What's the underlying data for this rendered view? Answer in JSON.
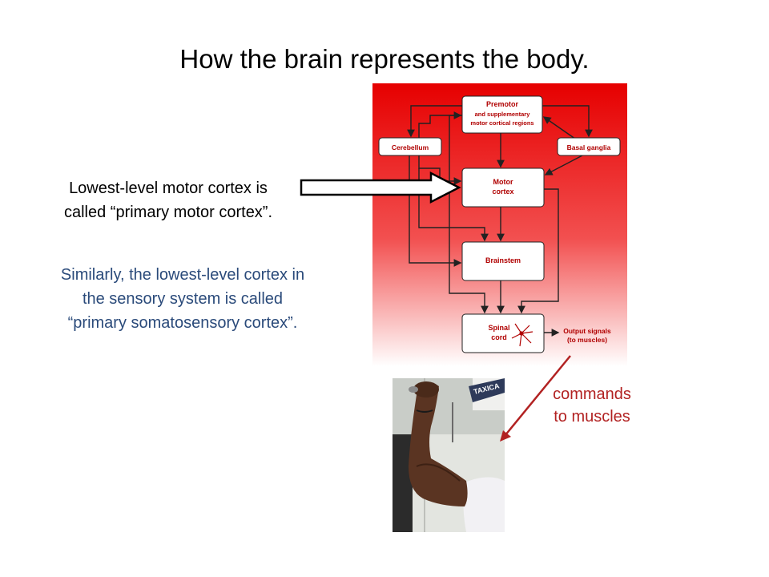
{
  "slide": {
    "title": "How the brain represents the body.",
    "callout": {
      "line1": "Lowest-level motor cortex is",
      "line2": "called “primary motor cortex”."
    },
    "similar": {
      "line1": "Similarly, the lowest-level cortex in",
      "line2": "the sensory system is called",
      "line3": "“primary somatosensory cortex”."
    },
    "commands": {
      "line1": "commands",
      "line2": "to muscles"
    }
  },
  "diagram": {
    "premotor": {
      "line1": "Premotor",
      "line2": "and supplementary",
      "line3": "motor cortical regions"
    },
    "cerebellum": "Cerebellum",
    "basal_ganglia": "Basal ganglia",
    "motor": {
      "line1": "Motor",
      "line2": "cortex"
    },
    "brainstem": "Brainstem",
    "spinal": {
      "line1": "Spinal",
      "line2": "cord"
    },
    "output": {
      "line1": "Output signals",
      "line2": "(to muscles)"
    }
  },
  "photo": {
    "sign_text": "TAXICA"
  },
  "colors": {
    "diagram_top": "#e60000",
    "diagram_bottom": "#ffffff",
    "similar_text": "#2a4a7a",
    "commands_text": "#b22222"
  }
}
